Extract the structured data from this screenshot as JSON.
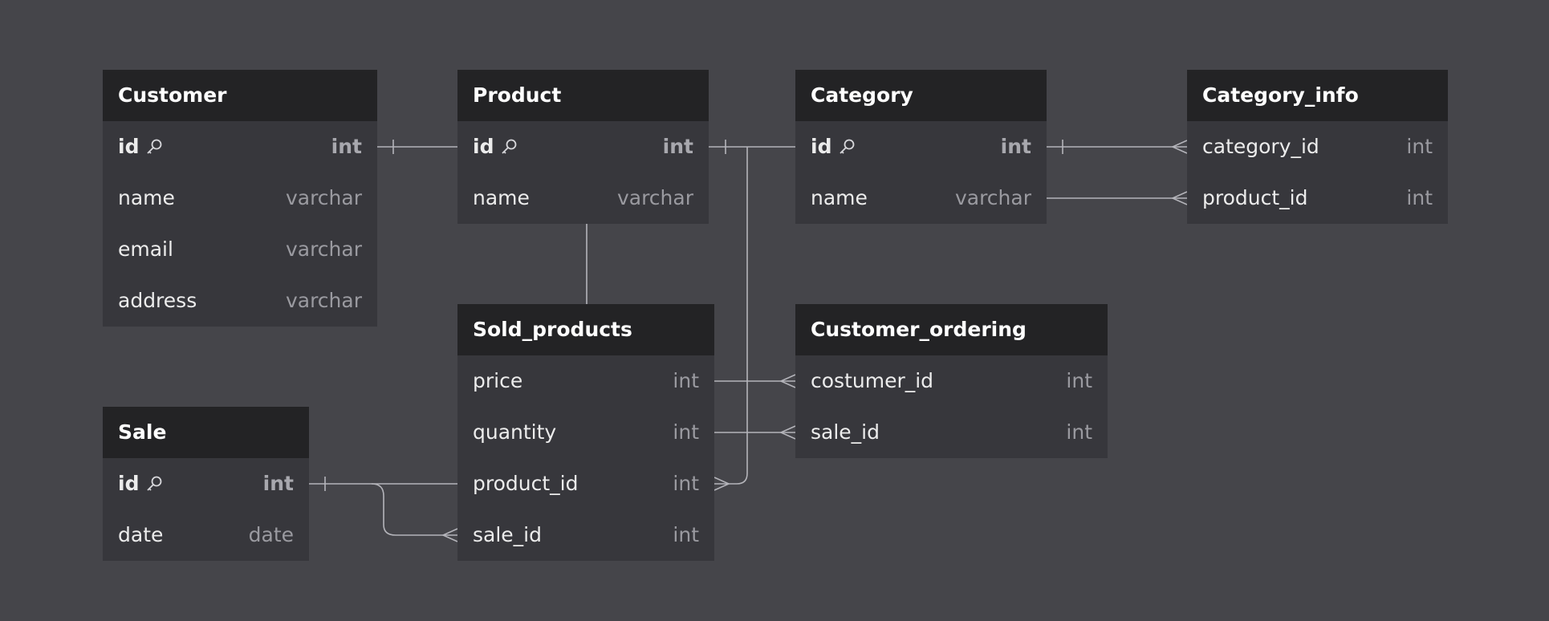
{
  "tables": {
    "customer": {
      "name": "Customer",
      "columns": [
        {
          "name": "id",
          "type": "int"
        },
        {
          "name": "name",
          "type": "varchar"
        },
        {
          "name": "email",
          "type": "varchar"
        },
        {
          "name": "address",
          "type": "varchar"
        }
      ]
    },
    "product": {
      "name": "Product",
      "columns": [
        {
          "name": "id",
          "type": "int"
        },
        {
          "name": "name",
          "type": "varchar"
        }
      ]
    },
    "category": {
      "name": "Category",
      "columns": [
        {
          "name": "id",
          "type": "int"
        },
        {
          "name": "name",
          "type": "varchar"
        }
      ]
    },
    "category_info": {
      "name": "Category_info",
      "columns": [
        {
          "name": "category_id",
          "type": "int"
        },
        {
          "name": "product_id",
          "type": "int"
        }
      ]
    },
    "sold_products": {
      "name": "Sold_products",
      "columns": [
        {
          "name": "price",
          "type": "int"
        },
        {
          "name": "quantity",
          "type": "int"
        },
        {
          "name": "product_id",
          "type": "int"
        },
        {
          "name": "sale_id",
          "type": "int"
        }
      ]
    },
    "customer_ordering": {
      "name": "Customer_ordering",
      "columns": [
        {
          "name": "costumer_id",
          "type": "int"
        },
        {
          "name": "sale_id",
          "type": "int"
        }
      ]
    },
    "sale": {
      "name": "Sale",
      "columns": [
        {
          "name": "id",
          "type": "int"
        },
        {
          "name": "date",
          "type": "date"
        }
      ]
    }
  },
  "icons": {
    "primary_key": "key-icon"
  },
  "colors": {
    "background": "#45454a",
    "table_header": "#232325",
    "table_body": "#37373c",
    "connector": "#b4b4ba"
  }
}
